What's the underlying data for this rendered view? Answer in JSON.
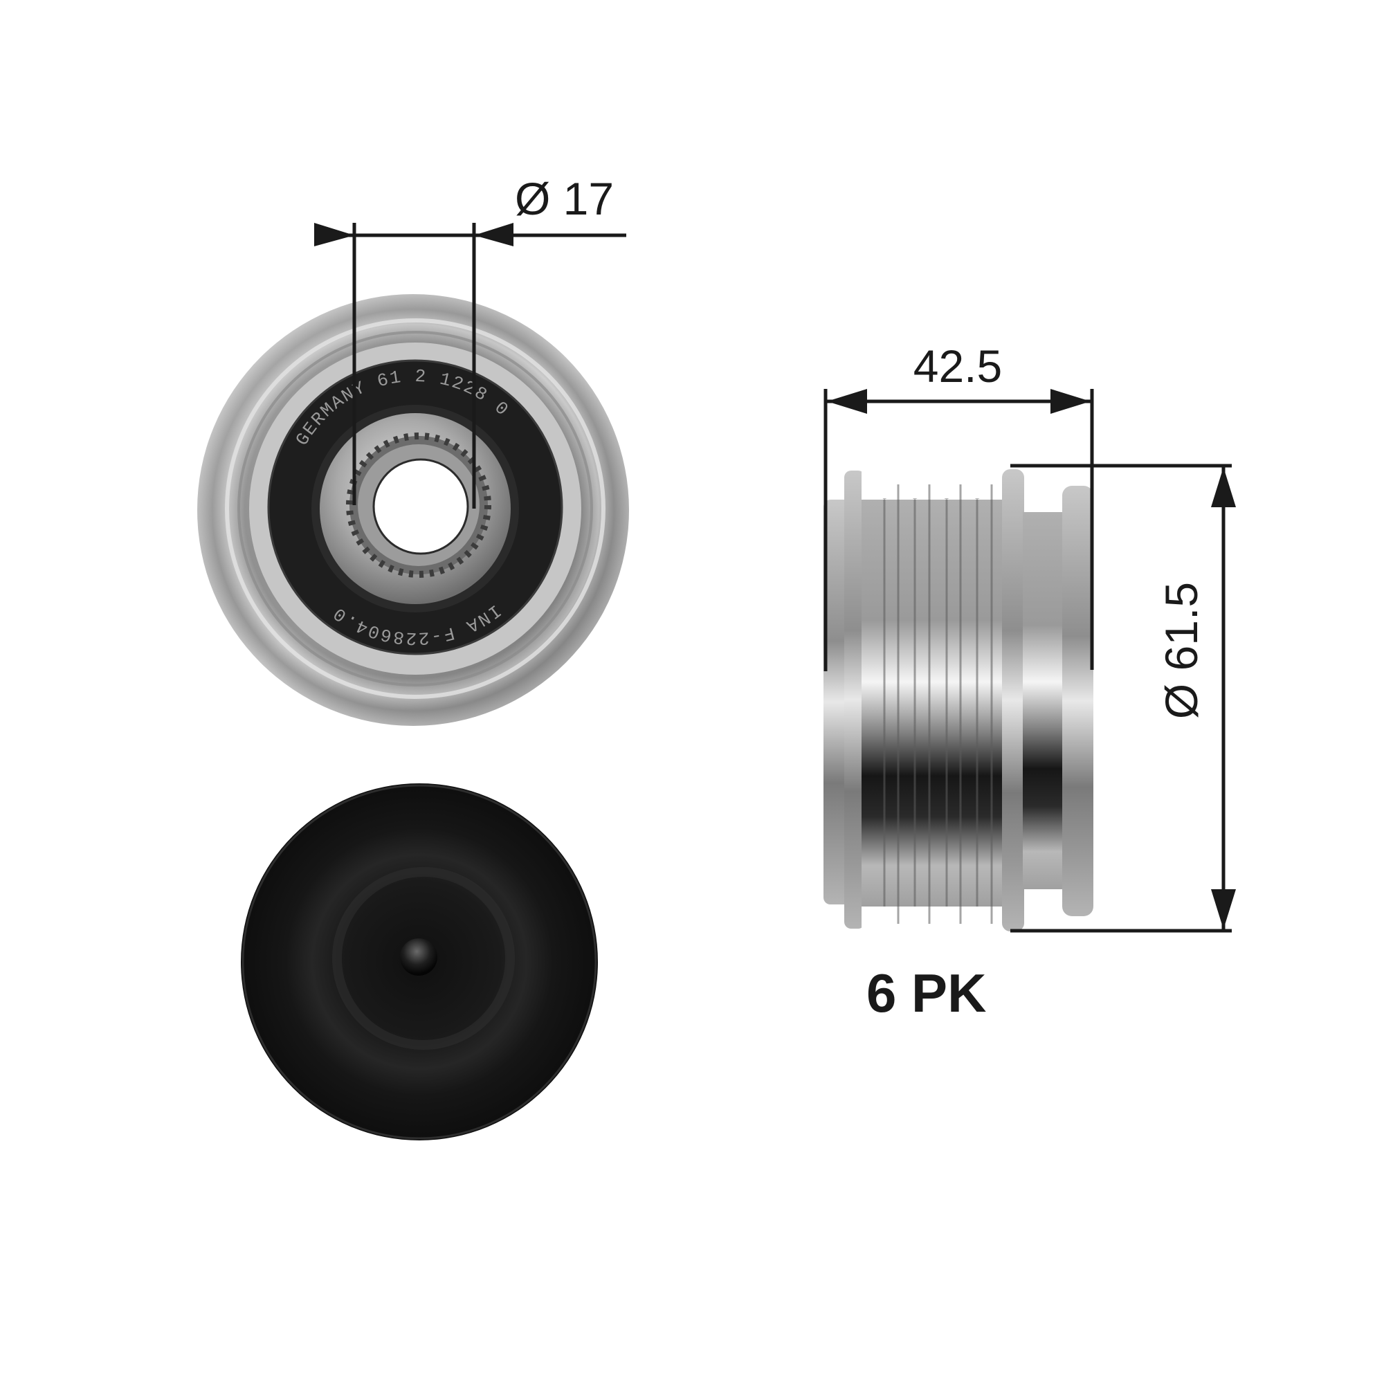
{
  "diagram": {
    "type": "technical-drawing",
    "subject": "alternator overrunning pulley",
    "colors": {
      "line": "#1a1a1a",
      "metal_light": "#d8d8d8",
      "metal_mid": "#a8a8a8",
      "metal_dark": "#5a5a5a",
      "seal_black": "#1c1c1c",
      "cap_black": "#141414",
      "background": "#ffffff"
    }
  },
  "views": {
    "front": {
      "label": "front-view",
      "engraving": {
        "top_right": "INA F-228604.0",
        "bottom": "GERMANY 61 2 1228 0"
      },
      "bore_dimension": {
        "symbol": "Ø",
        "value": "17",
        "text": "Ø 17"
      }
    },
    "cap": {
      "label": "protective-cap"
    },
    "side": {
      "label": "side-view",
      "width_dimension": {
        "value": "42.5",
        "text": "42.5"
      },
      "diameter_dimension": {
        "symbol": "Ø",
        "value": "61.5",
        "text": "Ø 61.5"
      },
      "ribs": 6,
      "profile_label": "6 PK"
    }
  }
}
